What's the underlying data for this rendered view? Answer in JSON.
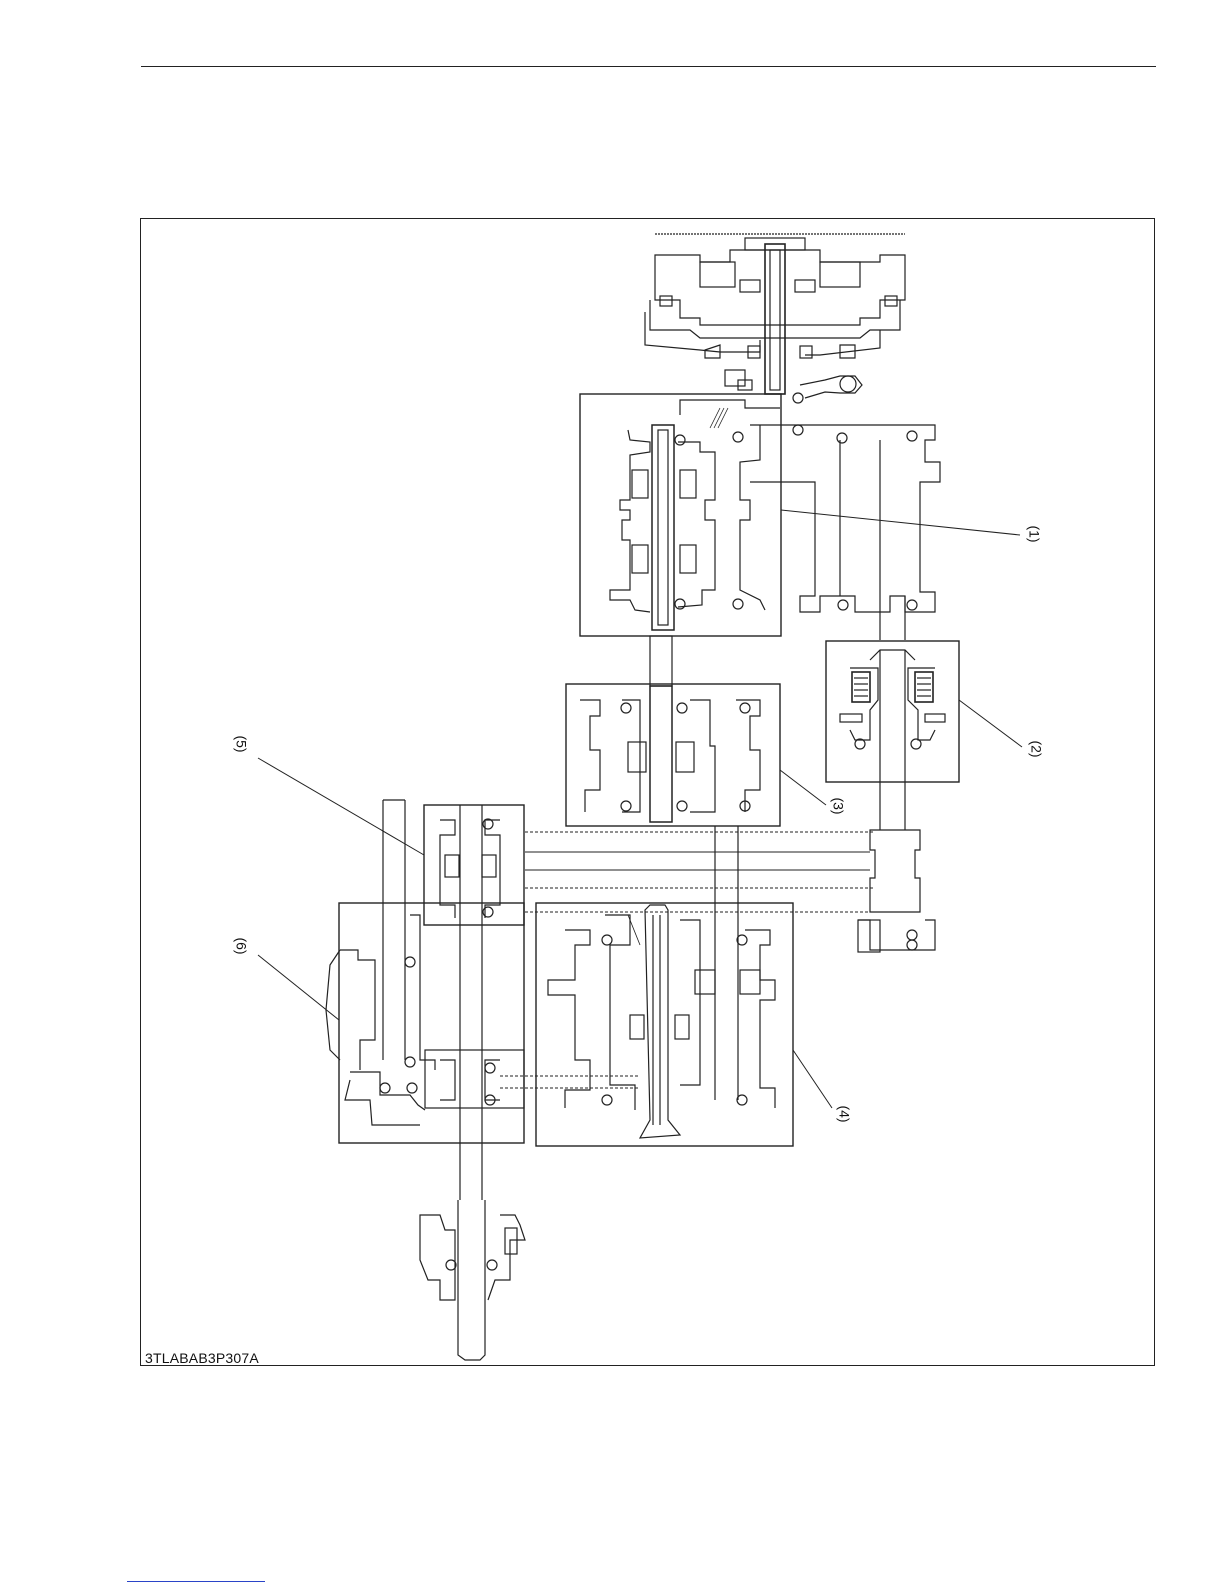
{
  "figure": {
    "id_label": "3TLABAB3P307A"
  },
  "callouts": [
    {
      "key": "1",
      "label": "(1)"
    },
    {
      "key": "2",
      "label": "(2)"
    },
    {
      "key": "3",
      "label": "(3)"
    },
    {
      "key": "4",
      "label": "(4)"
    },
    {
      "key": "5",
      "label": "(5)"
    },
    {
      "key": "6",
      "label": "(6)"
    }
  ]
}
